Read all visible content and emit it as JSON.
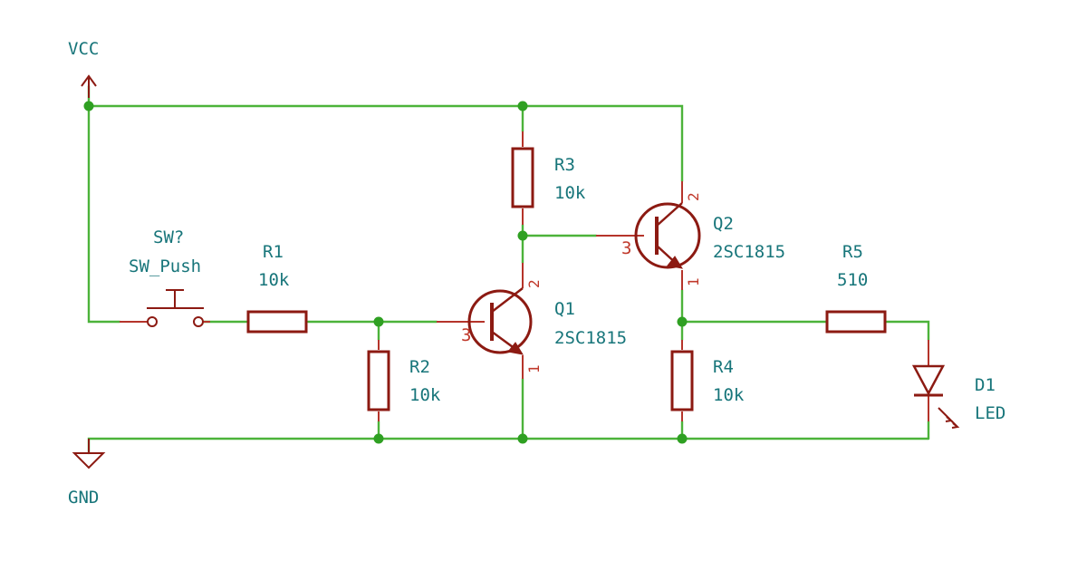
{
  "power": {
    "vcc": "VCC",
    "gnd": "GND"
  },
  "switch": {
    "ref": "SW?",
    "value": "SW_Push"
  },
  "resistors": {
    "r1": {
      "ref": "R1",
      "value": "10k"
    },
    "r2": {
      "ref": "R2",
      "value": "10k"
    },
    "r3": {
      "ref": "R3",
      "value": "10k"
    },
    "r4": {
      "ref": "R4",
      "value": "10k"
    },
    "r5": {
      "ref": "R5",
      "value": "510"
    }
  },
  "transistors": {
    "q1": {
      "ref": "Q1",
      "value": "2SC1815",
      "pin_base": "3",
      "pin_collector": "2",
      "pin_emitter": "1"
    },
    "q2": {
      "ref": "Q2",
      "value": "2SC1815",
      "pin_base": "3",
      "pin_collector": "2",
      "pin_emitter": "1"
    }
  },
  "led": {
    "ref": "D1",
    "value": "LED"
  },
  "colors": {
    "wire": "#4cb33a",
    "component": "#8c1a12",
    "label": "#17757a",
    "pin_number": "#c0392b"
  }
}
